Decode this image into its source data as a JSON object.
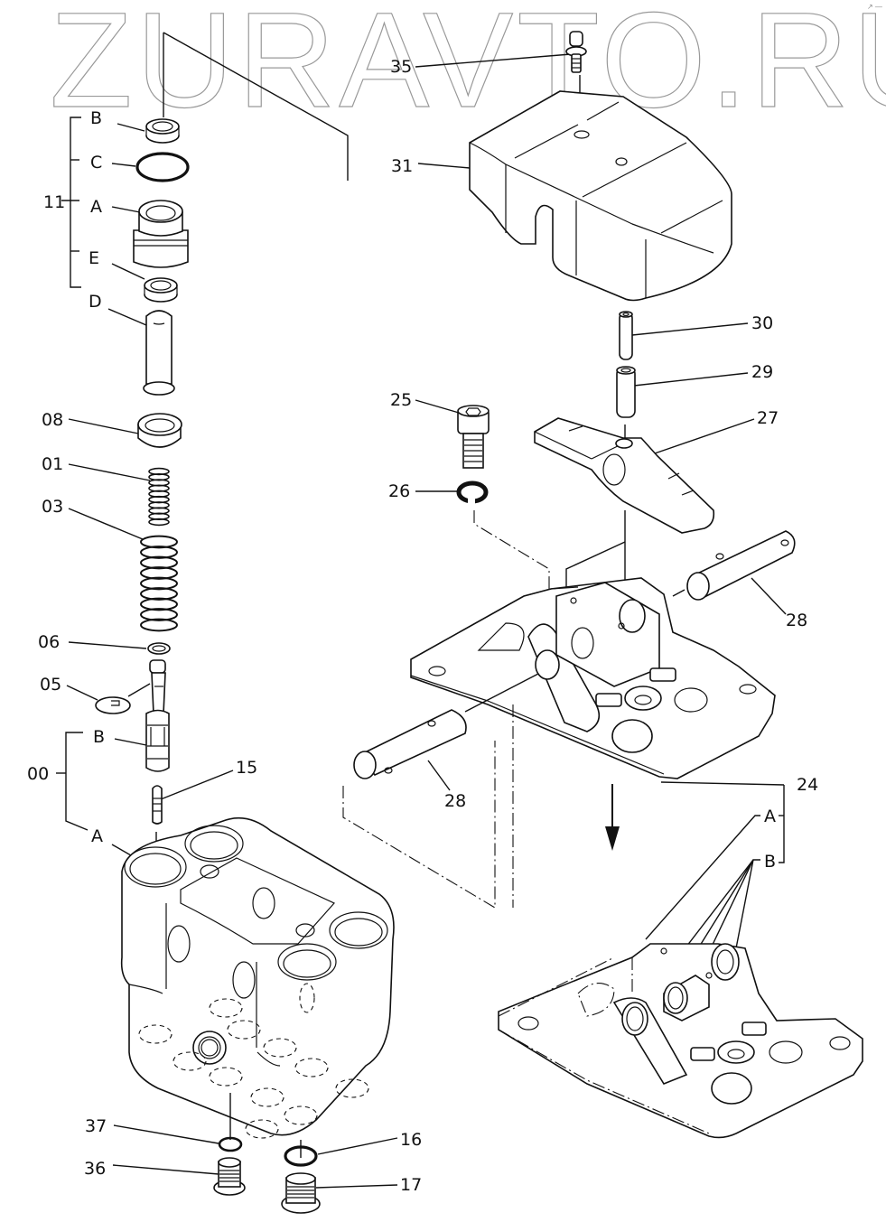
{
  "watermark": "ZURAVTO.RU",
  "diagram": {
    "type": "exploded parts diagram",
    "left_assembly": {
      "group_11": {
        "label": "11",
        "parts": [
          {
            "label": "B",
            "name": "seal ring"
          },
          {
            "label": "C",
            "name": "o-ring"
          },
          {
            "label": "A",
            "name": "bushing"
          },
          {
            "label": "E",
            "name": "seal"
          },
          {
            "label": "D",
            "name": "push rod"
          }
        ]
      },
      "parts": [
        {
          "label": "08",
          "name": "spring seat"
        },
        {
          "label": "01",
          "name": "inner spring"
        },
        {
          "label": "03",
          "name": "outer spring"
        },
        {
          "label": "06",
          "name": "washer"
        },
        {
          "label": "05",
          "name": "retainer plate"
        },
        {
          "label": "15",
          "name": "pin"
        }
      ],
      "group_00": {
        "label": "00",
        "parts": [
          {
            "label": "B",
            "name": "spool"
          },
          {
            "label": "A",
            "name": "valve body"
          }
        ]
      },
      "bottom_parts": [
        {
          "label": "37",
          "name": "o-ring"
        },
        {
          "label": "36",
          "name": "plug"
        },
        {
          "label": "16",
          "name": "o-ring"
        },
        {
          "label": "17",
          "name": "plug"
        }
      ]
    },
    "right_assembly": {
      "parts": [
        {
          "label": "35",
          "name": "bolt"
        },
        {
          "label": "31",
          "name": "cover"
        },
        {
          "label": "30",
          "name": "pin"
        },
        {
          "label": "29",
          "name": "pin"
        },
        {
          "label": "27",
          "name": "cam lever"
        },
        {
          "label": "25",
          "name": "socket head bolt"
        },
        {
          "label": "26",
          "name": "spring washer"
        },
        {
          "label": "28",
          "name": "pin (right)"
        },
        {
          "label": "28",
          "name": "pin (left)"
        }
      ],
      "group_24": {
        "label": "24",
        "parts": [
          {
            "label": "A",
            "name": "casing"
          },
          {
            "label": "B",
            "name": "bushings"
          }
        ]
      }
    }
  }
}
